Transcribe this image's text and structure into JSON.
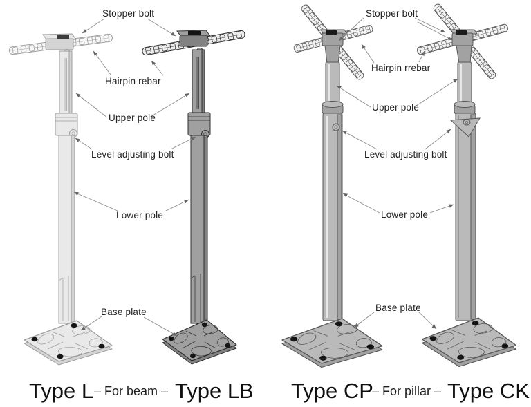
{
  "diagram": {
    "left_group": {
      "labels": {
        "stopper_bolt": "Stopper bolt",
        "hairpin_rebar": "Hairpin rebar",
        "upper_pole": "Upper pole",
        "level_adjusting_bolt": "Level adjusting bolt",
        "lower_pole": "Lower pole",
        "base_plate": "Base plate"
      },
      "caption": {
        "left": "Type L",
        "middle": "– For beam –",
        "right": "Type LB"
      }
    },
    "right_group": {
      "labels": {
        "stopper_bolt": "Stopper bolt",
        "hairpin_rebar": "Hairpin rrebar",
        "upper_pole": "Upper pole",
        "level_adjusting_bolt": "Level adjusting bolt",
        "lower_pole": "Lower pole",
        "base_plate": "Base plate"
      },
      "caption": {
        "left": "Type CP",
        "middle": "– For pillar –",
        "right": "Type CK"
      }
    },
    "colors": {
      "background": "#ffffff",
      "label_text": "#222222",
      "caption_text": "#101010",
      "leader_line": "#8a8a8a",
      "ghost_pole_fill": "#e9e9e9",
      "dark_pole_fill": "#a0a0a0",
      "mid_pole_fill": "#bababa",
      "bolt_hole": "#151515"
    }
  }
}
